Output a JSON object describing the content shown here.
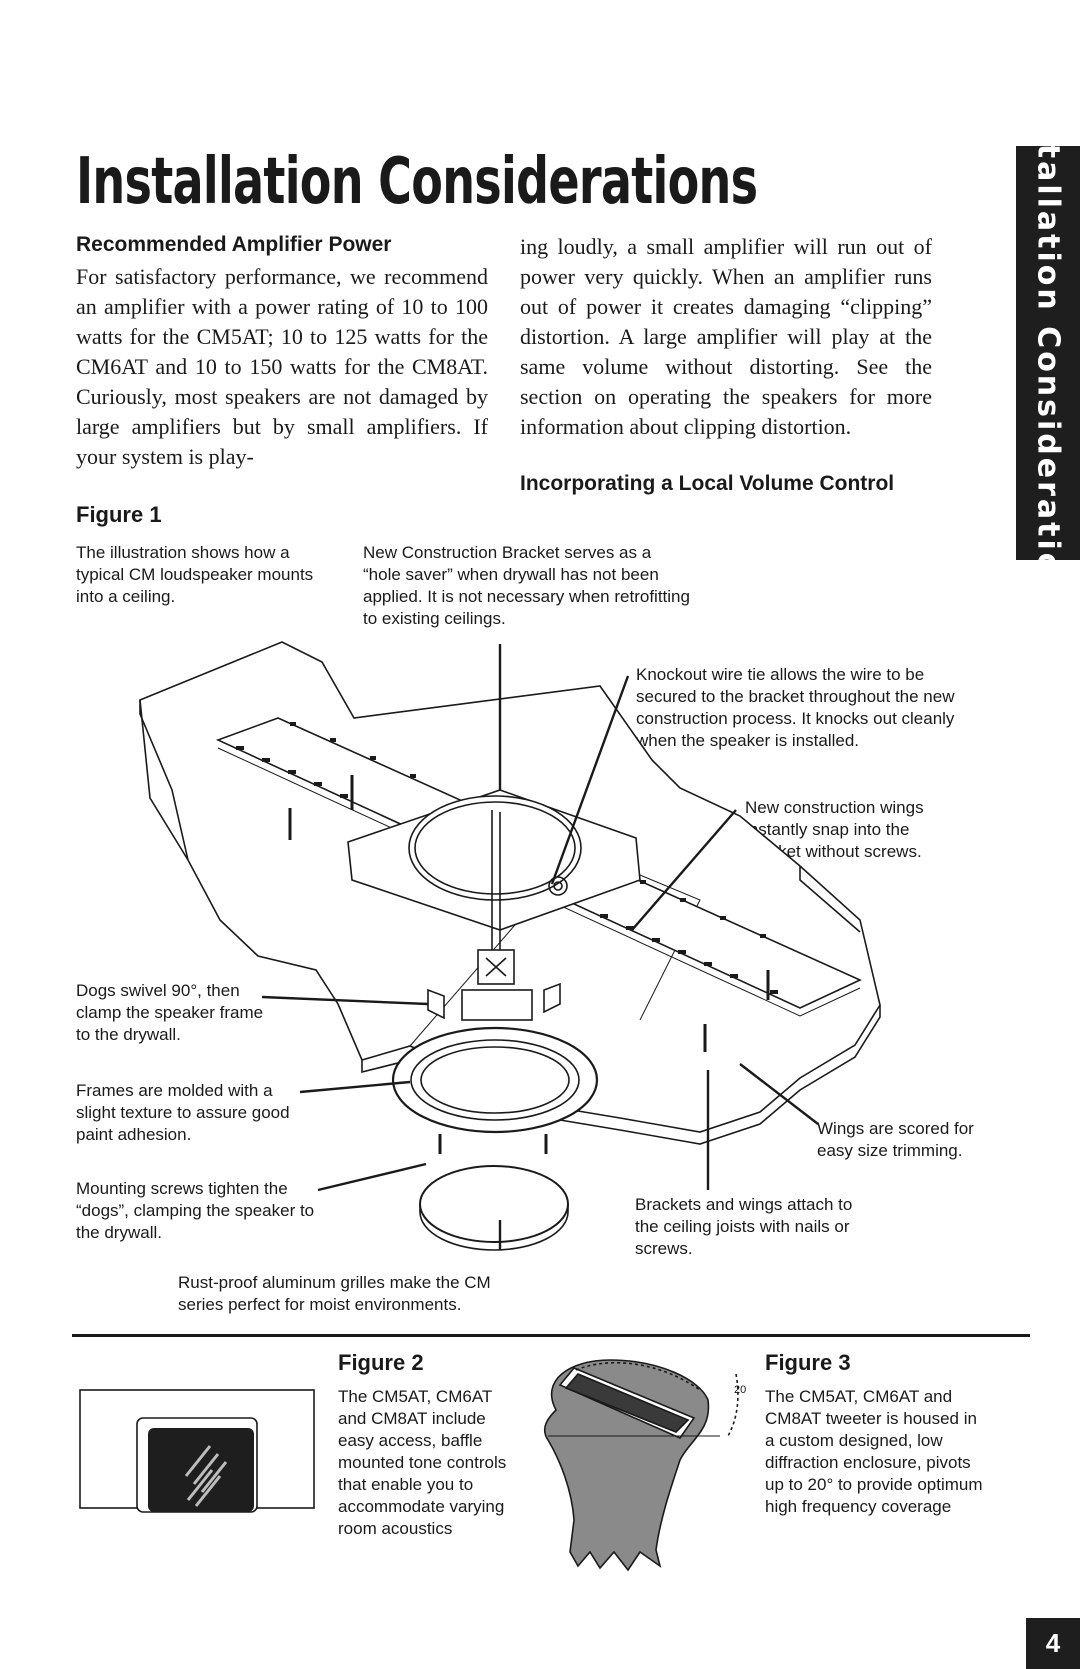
{
  "page": {
    "title": "Installation Considerations",
    "side_tab": "Installation Considerations",
    "page_number": "4"
  },
  "section1": {
    "heading": "Recommended Amplifier Power",
    "col1": "For satisfactory performance, we recommend an amplifier with a power rating of 10 to 100 watts for the CM5AT; 10 to 125 watts for the CM6AT and 10 to 150 watts for the CM8AT. Curiously, most speakers are not damaged by large amplifiers but by small amplifiers. If your system is play-",
    "col2": "ing loudly, a small amplifier will run out of power very quickly. When an amplifier runs out of power it creates damaging “clipping” distortion. A large amplifier will play at the same volume without distorting. See the section on operating the speakers for more information about clipping distortion."
  },
  "section2": {
    "heading": "Incorporating a Local Volume Control"
  },
  "figure1": {
    "title": "Figure 1",
    "caption": "The illustration shows how a typical CM loudspeaker mounts into a ceiling.",
    "callouts": {
      "bracket": "New Construction Bracket serves as a “hole saver” when drywall has not been applied. It is not necessary when retrofitting to existing ceilings.",
      "knockout": "Knockout wire tie allows the wire to be secured to the bracket throughout the new construction process. It knocks out cleanly when the speaker is installed.",
      "wings": "New construction wings instantly snap into the bracket without screws.",
      "dogs": "Dogs swivel 90°, then clamp the speaker frame to the drywall.",
      "frames": "Frames are molded with a slight texture to assure good paint adhesion.",
      "screws": "Mounting screws tighten the “dogs”, clamping the speaker to the drywall.",
      "scored": "Wings are scored for easy size trimming.",
      "joists": "Brackets and wings attach to the ceiling joists with nails or screws.",
      "grilles": "Rust-proof aluminum grilles make the CM series perfect for moist environments."
    }
  },
  "figure2": {
    "title": "Figure 2",
    "caption": "The CM5AT, CM6AT and CM8AT include easy access, baffle mounted tone controls that enable you to accommodate varying room acoustics"
  },
  "figure3": {
    "title": "Figure 3",
    "caption": "The CM5AT, CM6AT and CM8AT tweeter is housed in a custom designed, low diffraction enclosure, pivots up to 20° to provide optimum high frequency coverage",
    "angle_label": "20"
  }
}
